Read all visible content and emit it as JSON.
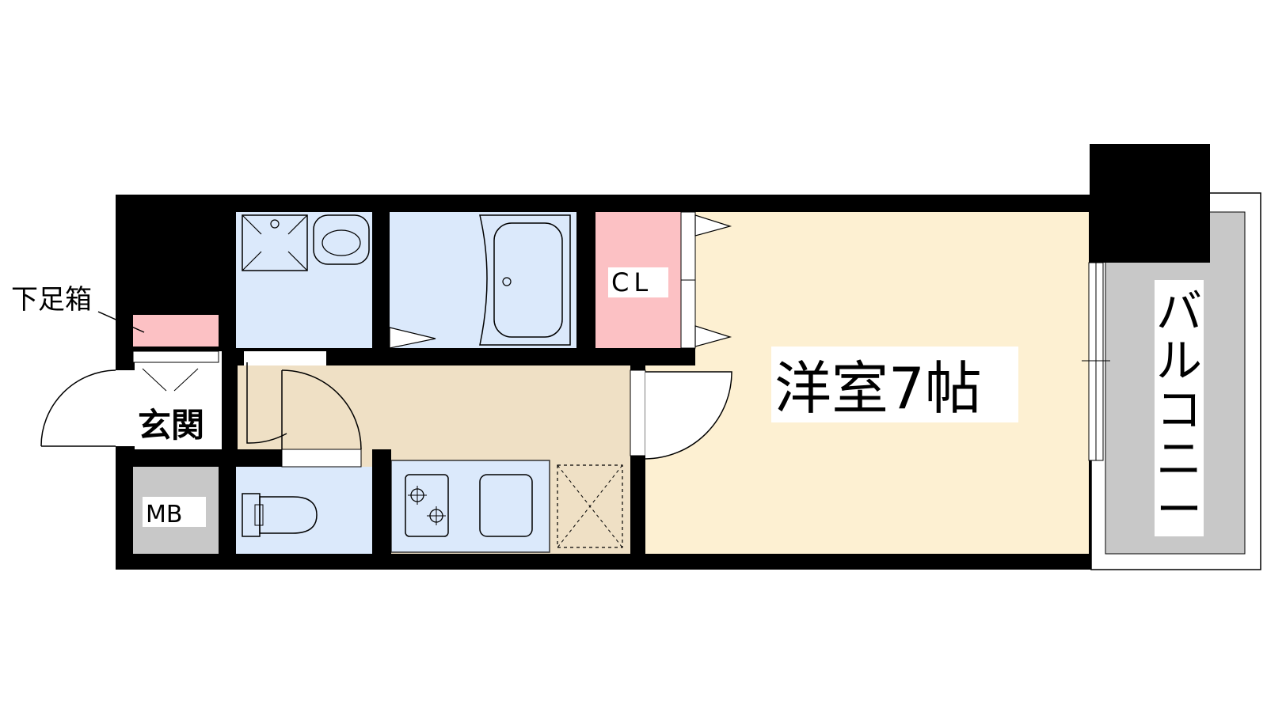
{
  "labels": {
    "shoe_box": "下足箱",
    "entrance": "玄関",
    "meter_box": "MB",
    "closet": "CL",
    "western_room": "洋室7帖",
    "balcony": [
      "バ",
      "ル",
      "コ",
      "ニ",
      "ー"
    ]
  },
  "colors": {
    "wall": "#000000",
    "western_room": "#fdf0d2",
    "kitchen": "#efe0c5",
    "wet_area": "#dbe9fb",
    "closet": "#fcc1c4",
    "shoe_box": "#fcc1c4",
    "meter_box": "#c8c8c8",
    "balcony": "#c8c8c8"
  }
}
